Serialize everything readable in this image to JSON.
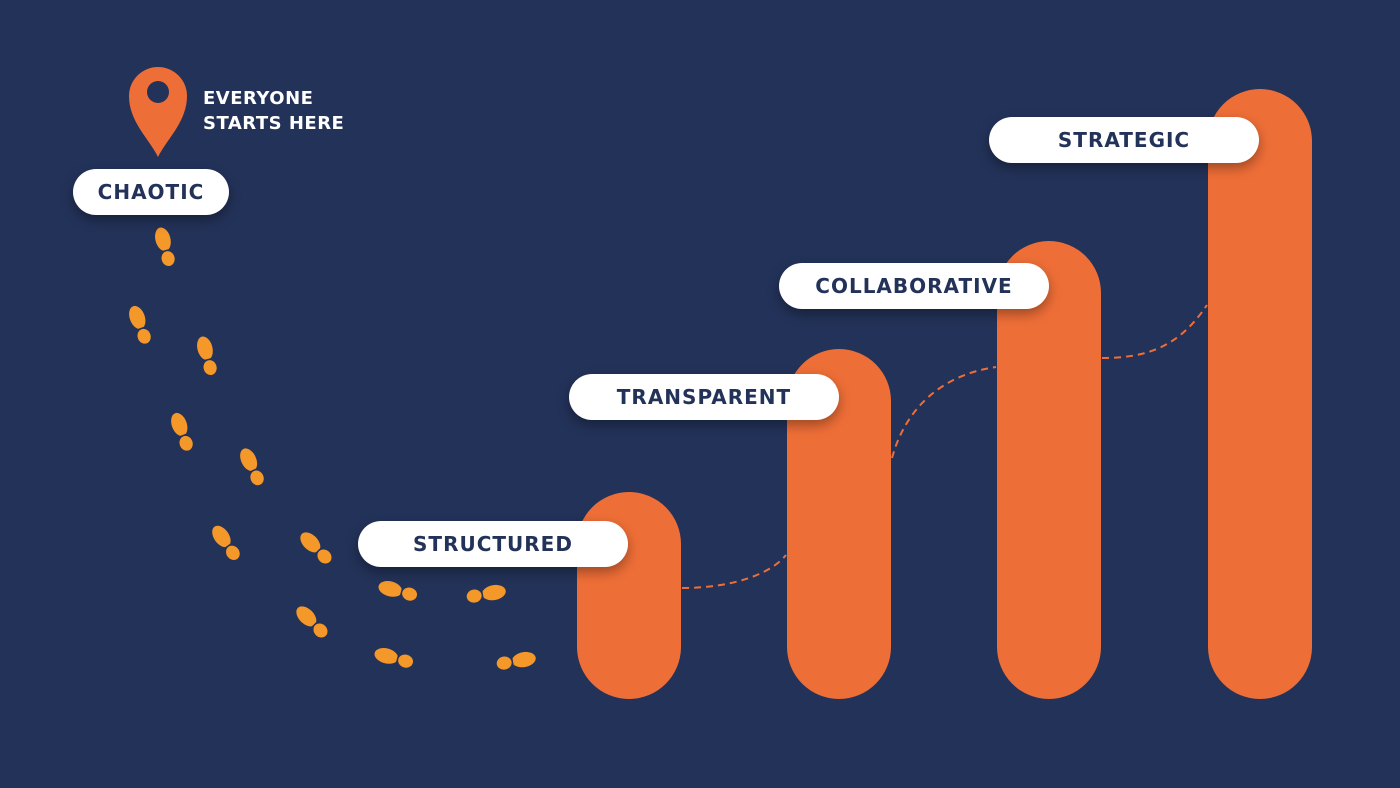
{
  "start_label": {
    "line1": "EVERYONE",
    "line2": "STARTS HERE"
  },
  "stages": [
    {
      "label": "CHAOTIC"
    },
    {
      "label": "STRUCTURED"
    },
    {
      "label": "TRANSPARENT"
    },
    {
      "label": "COLLABORATIVE"
    },
    {
      "label": "STRATEGIC"
    }
  ],
  "colors": {
    "background": "#233259",
    "bar": "#ee6e37",
    "footprint": "#f5982a",
    "pin": "#ee6e37",
    "pill_text": "#233259",
    "pill_bg": "#ffffff"
  },
  "icons": {
    "pin": "location-pin-icon",
    "footprint": "footprint-icon"
  }
}
